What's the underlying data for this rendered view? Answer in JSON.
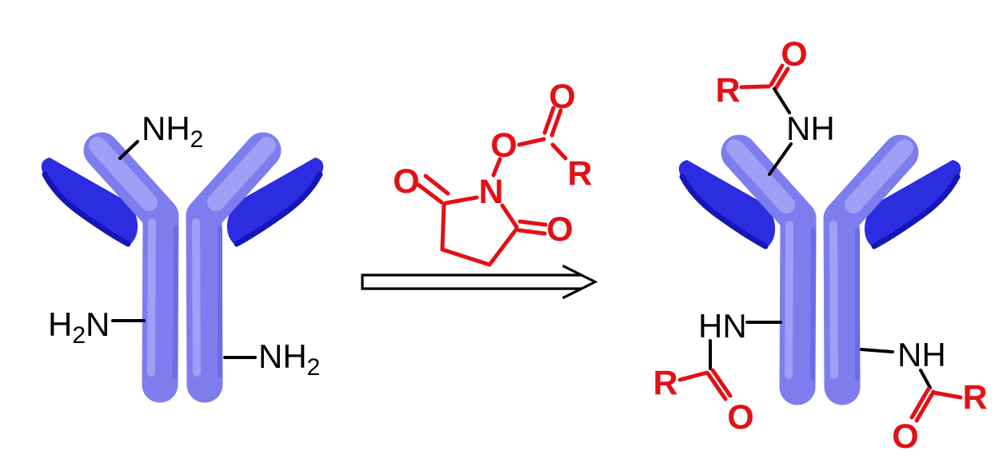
{
  "left_antibody": {
    "amine_top": {
      "main": "NH",
      "sub": "2"
    },
    "amine_left": {
      "h": "H",
      "sub": "2",
      "n": "N"
    },
    "amine_bottom_right": {
      "main": "NH",
      "sub": "2"
    }
  },
  "nhs_ester": {
    "carbonyl_o": "O",
    "ester_o": "O",
    "ring_n": "N",
    "ring_o_left": "O",
    "ring_o_right": "O",
    "r_group": "R"
  },
  "right_antibody": {
    "amide_top": {
      "r": "R",
      "o": "O",
      "nh": "NH"
    },
    "amide_bottom_left": {
      "hn": "HN",
      "r": "R",
      "o": "O"
    },
    "amide_bottom_right": {
      "nh": "NH",
      "r": "R",
      "o": "O"
    }
  },
  "colors": {
    "chem_red": "#e21116",
    "bond_black": "#000000",
    "antibody_medium": "#7d7dee",
    "antibody_light": "#9f9ff6",
    "antibody_shadow": "#6c6ce4",
    "antibody_wing": "#2c2ce0",
    "antibody_wing_edge": "#1616b8",
    "background": "#ffffff"
  }
}
